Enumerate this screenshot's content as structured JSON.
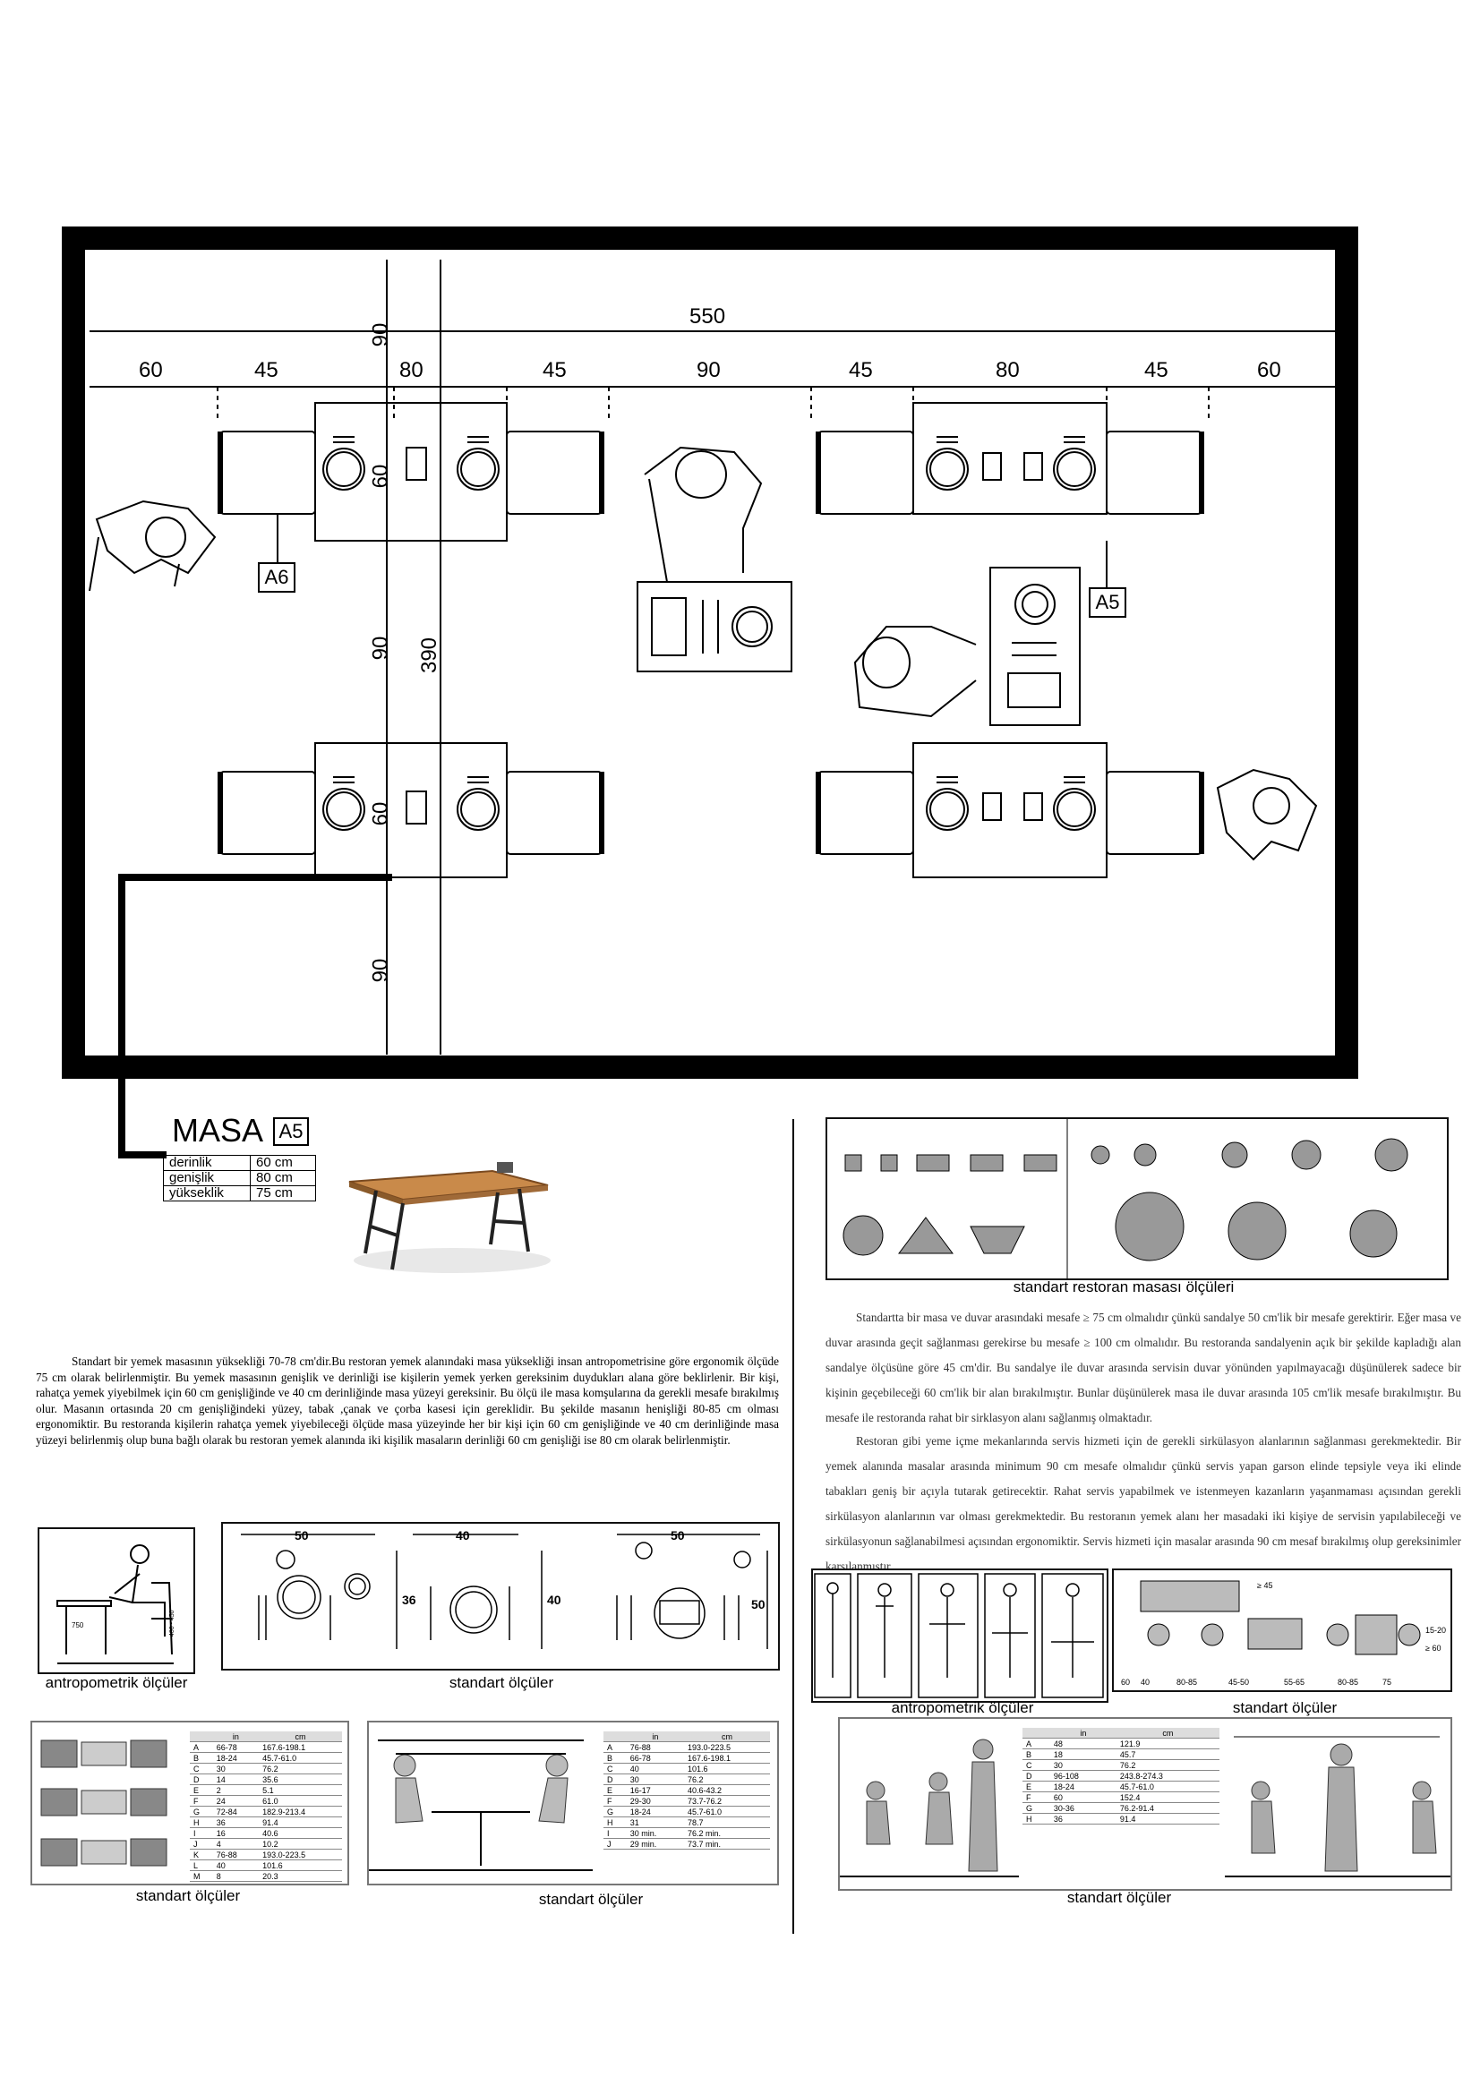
{
  "plan": {
    "overall_width": "550",
    "segments": [
      "60",
      "45",
      "80",
      "45",
      "90",
      "45",
      "80",
      "45",
      "60"
    ],
    "vertical_total": "390",
    "vertical_dims": [
      "90",
      "60",
      "90",
      "60",
      "90"
    ],
    "tags": [
      "A6",
      "A5"
    ]
  },
  "masa": {
    "title": "MASA",
    "tag": "A5",
    "rows": [
      {
        "label": "derinlik",
        "value": "60 cm"
      },
      {
        "label": "genişlik",
        "value": "80 cm"
      },
      {
        "label": "yükseklik",
        "value": "75 cm"
      }
    ]
  },
  "left_paragraph": "Standart bir yemek masasının yüksekliği 70-78 cm'dir.Bu restoran yemek alanındaki masa yüksekliği insan antropometrisine göre ergonomik ölçüde 75 cm olarak belirlenmiştir. Bu yemek masasının genişlik ve derinliği ise kişilerin yemek yerken gereksinim duydukları alana göre beklirlenir. Bir kişi, rahatça yemek yiyebilmek için 60 cm genişliğinde ve 40 cm derinliğinde masa yüzeyi gereksinir. Bu ölçü ile masa komşularına da gerekli mesafe bırakılmış olur. Masanın ortasında 20 cm genişliğindeki yüzey, tabak ,çanak ve çorba kasesi için gereklidir. Bu şekilde masanın henişliği 80-85 cm olması ergonomiktir. Bu restoranda kişilerin rahatça yemek yiyebileceği ölçüde masa yüzeyinde her bir kişi için 60 cm genişliğinde ve 40 cm derinliğinde masa yüzeyi belirlenmiş olup buna bağlı olarak bu restoran yemek alanında iki kişilik masaların derinliği 60 cm genişliği ise 80 cm olarak belirlenmiştir.",
  "right_paragraph_1": "Standartta bir masa ve duvar arasındaki mesafe ≥ 75 cm olmalıdır çünkü sandalye 50 cm'lik bir mesafe gerektirir. Eğer masa ve duvar arasında geçit sağlanması gerekirse bu mesafe ≥ 100 cm olmalıdır. Bu restoranda sandalyenin açık bir şekilde kapladığı alan sandalye ölçüsüne göre 45 cm'dir. Bu sandalye ile duvar arasında servisin duvar yönünden yapılmayacağı düşünülerek sadece bir kişinin geçebileceği 60 cm'lik bir alan bırakılmıştır. Bunlar düşünülerek masa ile duvar arasında 105 cm'lik mesafe bırakılmıştır. Bu mesafe ile restoranda rahat bir sirklasyon alanı sağlanmış olmaktadır.",
  "right_paragraph_2": "Restoran gibi yeme içme mekanlarında servis hizmeti için de gerekli sirkülasyon alanlarının sağlanması gerekmektedir. Bir yemek alanında masalar arasında minimum 90 cm mesafe olmalıdır çünkü servis yapan garson elinde tepsiyle veya iki elinde tabakları geniş bir açıyla tutarak getirecektir. Rahat servis yapabilmek ve istenmeyen kazanların yaşanmaması açısından gerekli sirkülasyon alanlarının var olması gerekmektedir. Bu restoranın yemek alanı her masadaki iki kişiye de servisin yapılabileceği ve sirkülasyonun sağlanabilmesi açısından ergonomiktir. Servis hizmeti için masalar arasında 90 cm mesaf bırakılmış olup gereksinimler karşılanmıştır.",
  "captions": {
    "restoran_masasi": "standart restoran masası ölçüleri",
    "antropometrik_left": "antropometrik ölçüler",
    "standart_top_left": "standart ölçüler",
    "standart_bottom_left": "standart ölçüler",
    "standart_bottom_mid": "standart ölçüler",
    "antropometrik_right": "antropometrik ölçüler",
    "standart_top_right": "standart ölçüler",
    "standart_bottom_right": "standart ölçüler"
  },
  "setting_dims": [
    "50",
    "40",
    "50",
    "36",
    "40",
    "50"
  ],
  "service_dims": [
    "60",
    "40",
    "80-85",
    "45-50",
    "55-65",
    "80-85",
    "75",
    "15-20",
    "≥ 60",
    "≥ 45"
  ],
  "table_a": {
    "head": [
      "in",
      "cm"
    ],
    "rows": [
      [
        "A",
        "66-78",
        "167.6-198.1"
      ],
      [
        "B",
        "18-24",
        "45.7-61.0"
      ],
      [
        "C",
        "30",
        "76.2"
      ],
      [
        "D",
        "14",
        "35.6"
      ],
      [
        "E",
        "2",
        "5.1"
      ],
      [
        "F",
        "24",
        "61.0"
      ],
      [
        "G",
        "72-84",
        "182.9-213.4"
      ],
      [
        "H",
        "36",
        "91.4"
      ],
      [
        "I",
        "16",
        "40.6"
      ],
      [
        "J",
        "4",
        "10.2"
      ],
      [
        "K",
        "76-88",
        "193.0-223.5"
      ],
      [
        "L",
        "40",
        "101.6"
      ],
      [
        "M",
        "8",
        "20.3"
      ]
    ]
  },
  "table_b": {
    "head": [
      "in",
      "cm"
    ],
    "rows": [
      [
        "A",
        "76-88",
        "193.0-223.5"
      ],
      [
        "B",
        "66-78",
        "167.6-198.1"
      ],
      [
        "C",
        "40",
        "101.6"
      ],
      [
        "D",
        "30",
        "76.2"
      ],
      [
        "E",
        "16-17",
        "40.6-43.2"
      ],
      [
        "F",
        "29-30",
        "73.7-76.2"
      ],
      [
        "G",
        "18-24",
        "45.7-61.0"
      ],
      [
        "H",
        "31",
        "78.7"
      ],
      [
        "I",
        "30 min.",
        "76.2 min."
      ],
      [
        "J",
        "29 min.",
        "73.7 min."
      ]
    ]
  },
  "table_c": {
    "head": [
      "in",
      "cm"
    ],
    "rows": [
      [
        "A",
        "48",
        "121.9"
      ],
      [
        "B",
        "18",
        "45.7"
      ],
      [
        "C",
        "30",
        "76.2"
      ],
      [
        "D",
        "96-108",
        "243.8-274.3"
      ],
      [
        "E",
        "18-24",
        "45.7-61.0"
      ],
      [
        "F",
        "60",
        "152.4"
      ],
      [
        "G",
        "30-36",
        "76.2-91.4"
      ],
      [
        "H",
        "36",
        "91.4"
      ]
    ]
  }
}
